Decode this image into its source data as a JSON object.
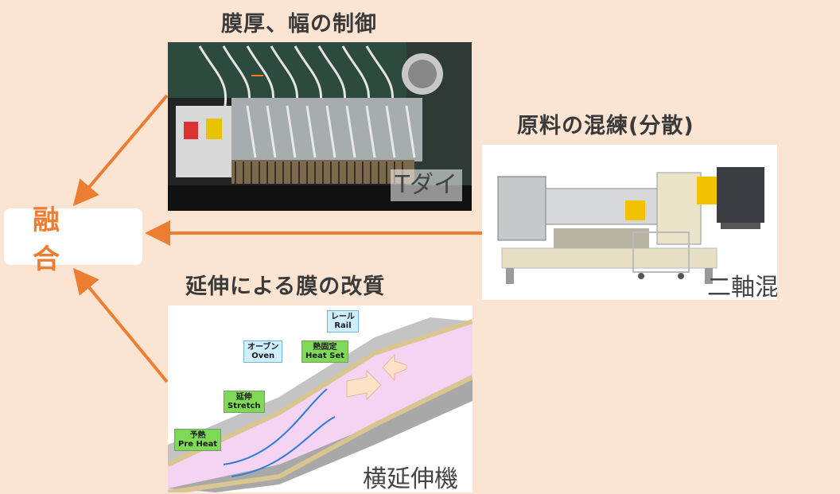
{
  "headings": {
    "film_control": "膜厚、幅の制御",
    "kneading": "原料の混練(分散)",
    "stretching": "延伸による膜の改質"
  },
  "fusion_label": "融 合",
  "captions": {
    "t_die": "Tダイ",
    "twin_screw": "二軸混練機",
    "tenter": "横延伸機"
  },
  "tenter_tags": {
    "rail": "レール\nRail",
    "oven": "オーブン\nOven",
    "heat_set": "熱固定\nHeat Set",
    "stretch": "延伸\nStretch",
    "pre_heat": "予熱\nPre Heat"
  },
  "colors": {
    "background": "#fbe4d2",
    "accent": "#ed7d31",
    "tag_green": "#7ed957",
    "tag_blue": "#cfefff"
  }
}
